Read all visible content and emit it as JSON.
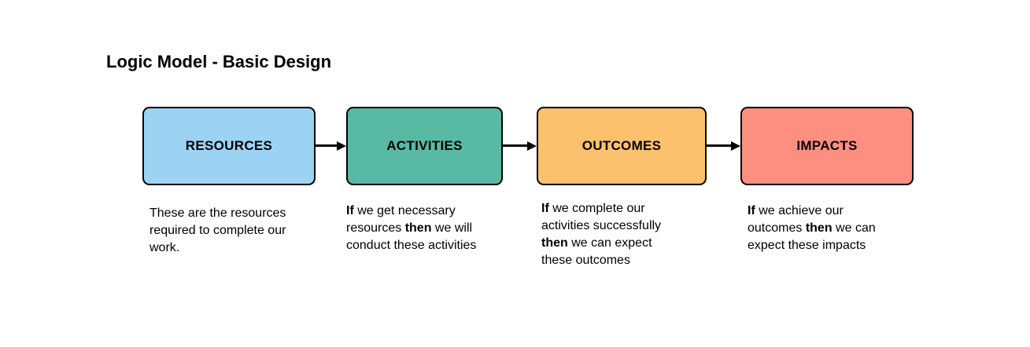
{
  "title": "Logic Model - Basic Design",
  "colors": {
    "background": "#ffffff",
    "stroke": "#000000",
    "arrow": "#000000"
  },
  "boxes": [
    {
      "label": "RESOURCES",
      "fill": "#9CD3F2"
    },
    {
      "label": "ACTIVITIES",
      "fill": "#58BAA4"
    },
    {
      "label": "OUTCOMES",
      "fill": "#FCC16C"
    },
    {
      "label": "IMPACTS",
      "fill": "#FD8F80"
    }
  ],
  "descriptions": [
    {
      "lines": [
        [
          {
            "t": "These are the resources"
          }
        ],
        [
          {
            "t": "required to complete our"
          }
        ],
        [
          {
            "t": "work."
          }
        ]
      ]
    },
    {
      "lines": [
        [
          {
            "t": "If",
            "b": true
          },
          {
            "t": " we get necessary"
          }
        ],
        [
          {
            "t": "resources "
          },
          {
            "t": "then",
            "b": true
          },
          {
            "t": " we will"
          }
        ],
        [
          {
            "t": "conduct these activities"
          }
        ]
      ]
    },
    {
      "lines": [
        [
          {
            "t": "If",
            "b": true
          },
          {
            "t": " we complete our"
          }
        ],
        [
          {
            "t": "activities successfully"
          }
        ],
        [
          {
            "t": "then",
            "b": true
          },
          {
            "t": " we can expect"
          }
        ],
        [
          {
            "t": "these outcomes"
          }
        ]
      ]
    },
    {
      "lines": [
        [
          {
            "t": "If",
            "b": true
          },
          {
            "t": " we achieve our"
          }
        ],
        [
          {
            "t": "outcomes "
          },
          {
            "t": "then",
            "b": true
          },
          {
            "t": " we can"
          }
        ],
        [
          {
            "t": "expect these impacts"
          }
        ]
      ]
    }
  ]
}
